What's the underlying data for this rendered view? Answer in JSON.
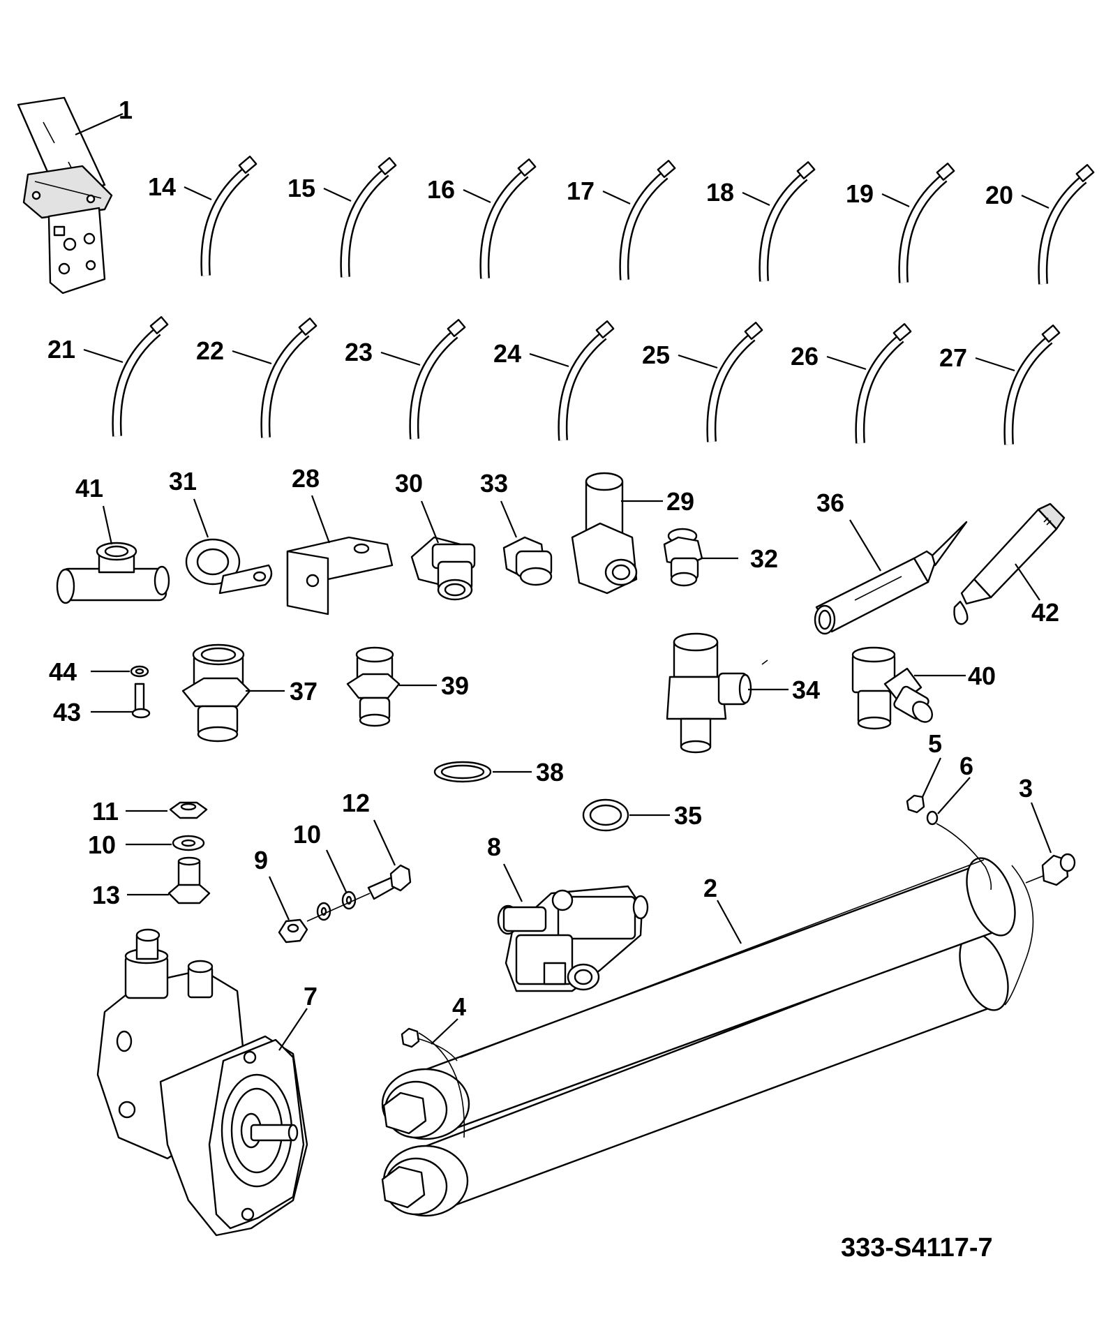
{
  "drawing_number": "333-S4117-7",
  "hoses": [
    {
      "label": "14"
    },
    {
      "label": "15"
    },
    {
      "label": "16"
    },
    {
      "label": "17"
    },
    {
      "label": "18"
    },
    {
      "label": "19"
    },
    {
      "label": "20"
    },
    {
      "label": "21"
    },
    {
      "label": "22"
    },
    {
      "label": "23"
    },
    {
      "label": "24"
    },
    {
      "label": "25"
    },
    {
      "label": "26"
    },
    {
      "label": "27"
    }
  ],
  "callouts": {
    "c1": "1",
    "c2": "2",
    "c3": "3",
    "c4": "4",
    "c5": "5",
    "c6": "6",
    "c7": "7",
    "c8": "8",
    "c9": "9",
    "c10a": "10",
    "c10b": "10",
    "c11": "11",
    "c12": "12",
    "c13": "13",
    "c28": "28",
    "c29": "29",
    "c30": "30",
    "c31": "31",
    "c32": "32",
    "c33": "33",
    "c34": "34",
    "c35": "35",
    "c36": "36",
    "c37": "37",
    "c38": "38",
    "c39": "39",
    "c40": "40",
    "c41": "41",
    "c42": "42",
    "c43": "43",
    "c44": "44"
  }
}
